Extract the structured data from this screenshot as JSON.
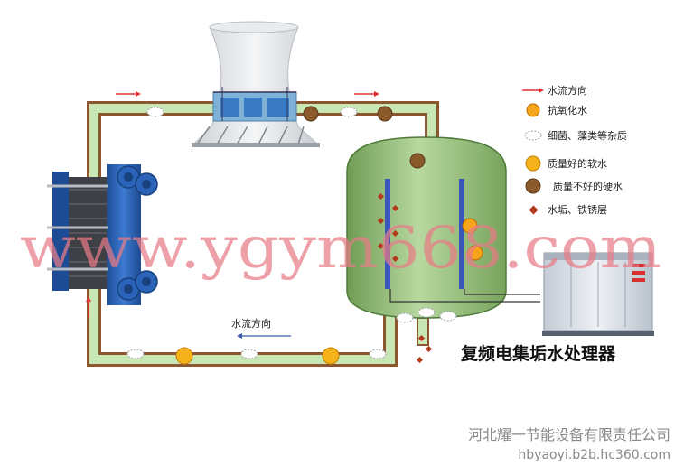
{
  "legend": {
    "items": [
      {
        "label": "水流方向",
        "icon": "flow-arrow-icon"
      },
      {
        "label": "抗氧化水",
        "icon": "anti-oxidation-water-icon"
      },
      {
        "label": "细菌、藻类等杂质",
        "icon": "bacteria-impurity-icon"
      },
      {
        "label": "质量好的软水",
        "icon": "soft-water-icon"
      },
      {
        "label": "质量不好的硬水",
        "icon": "hard-water-icon"
      },
      {
        "label": "水垢、铁锈层",
        "icon": "scale-rust-icon"
      }
    ]
  },
  "flow_label": "水流方向",
  "device_label": "复频电集垢水处理器",
  "watermark": "www.ygym668.com",
  "footer": {
    "company": "河北耀一节能设备有限责任公司",
    "site": "hbyaoyi.b2b.hc360.com"
  },
  "colors": {
    "pipe_outer": "#8b5630",
    "pipe_inner": "#c9e7b5",
    "flow_arrow": "#e03030",
    "tank_fill": "#a6c98a",
    "soft_water": "#f5b21b",
    "hard_water": "#8b5a2b",
    "scale_rust": "#b03a1a",
    "exchanger_blue": "#2a63b8",
    "cabinet_gray": "#d7dde6"
  }
}
